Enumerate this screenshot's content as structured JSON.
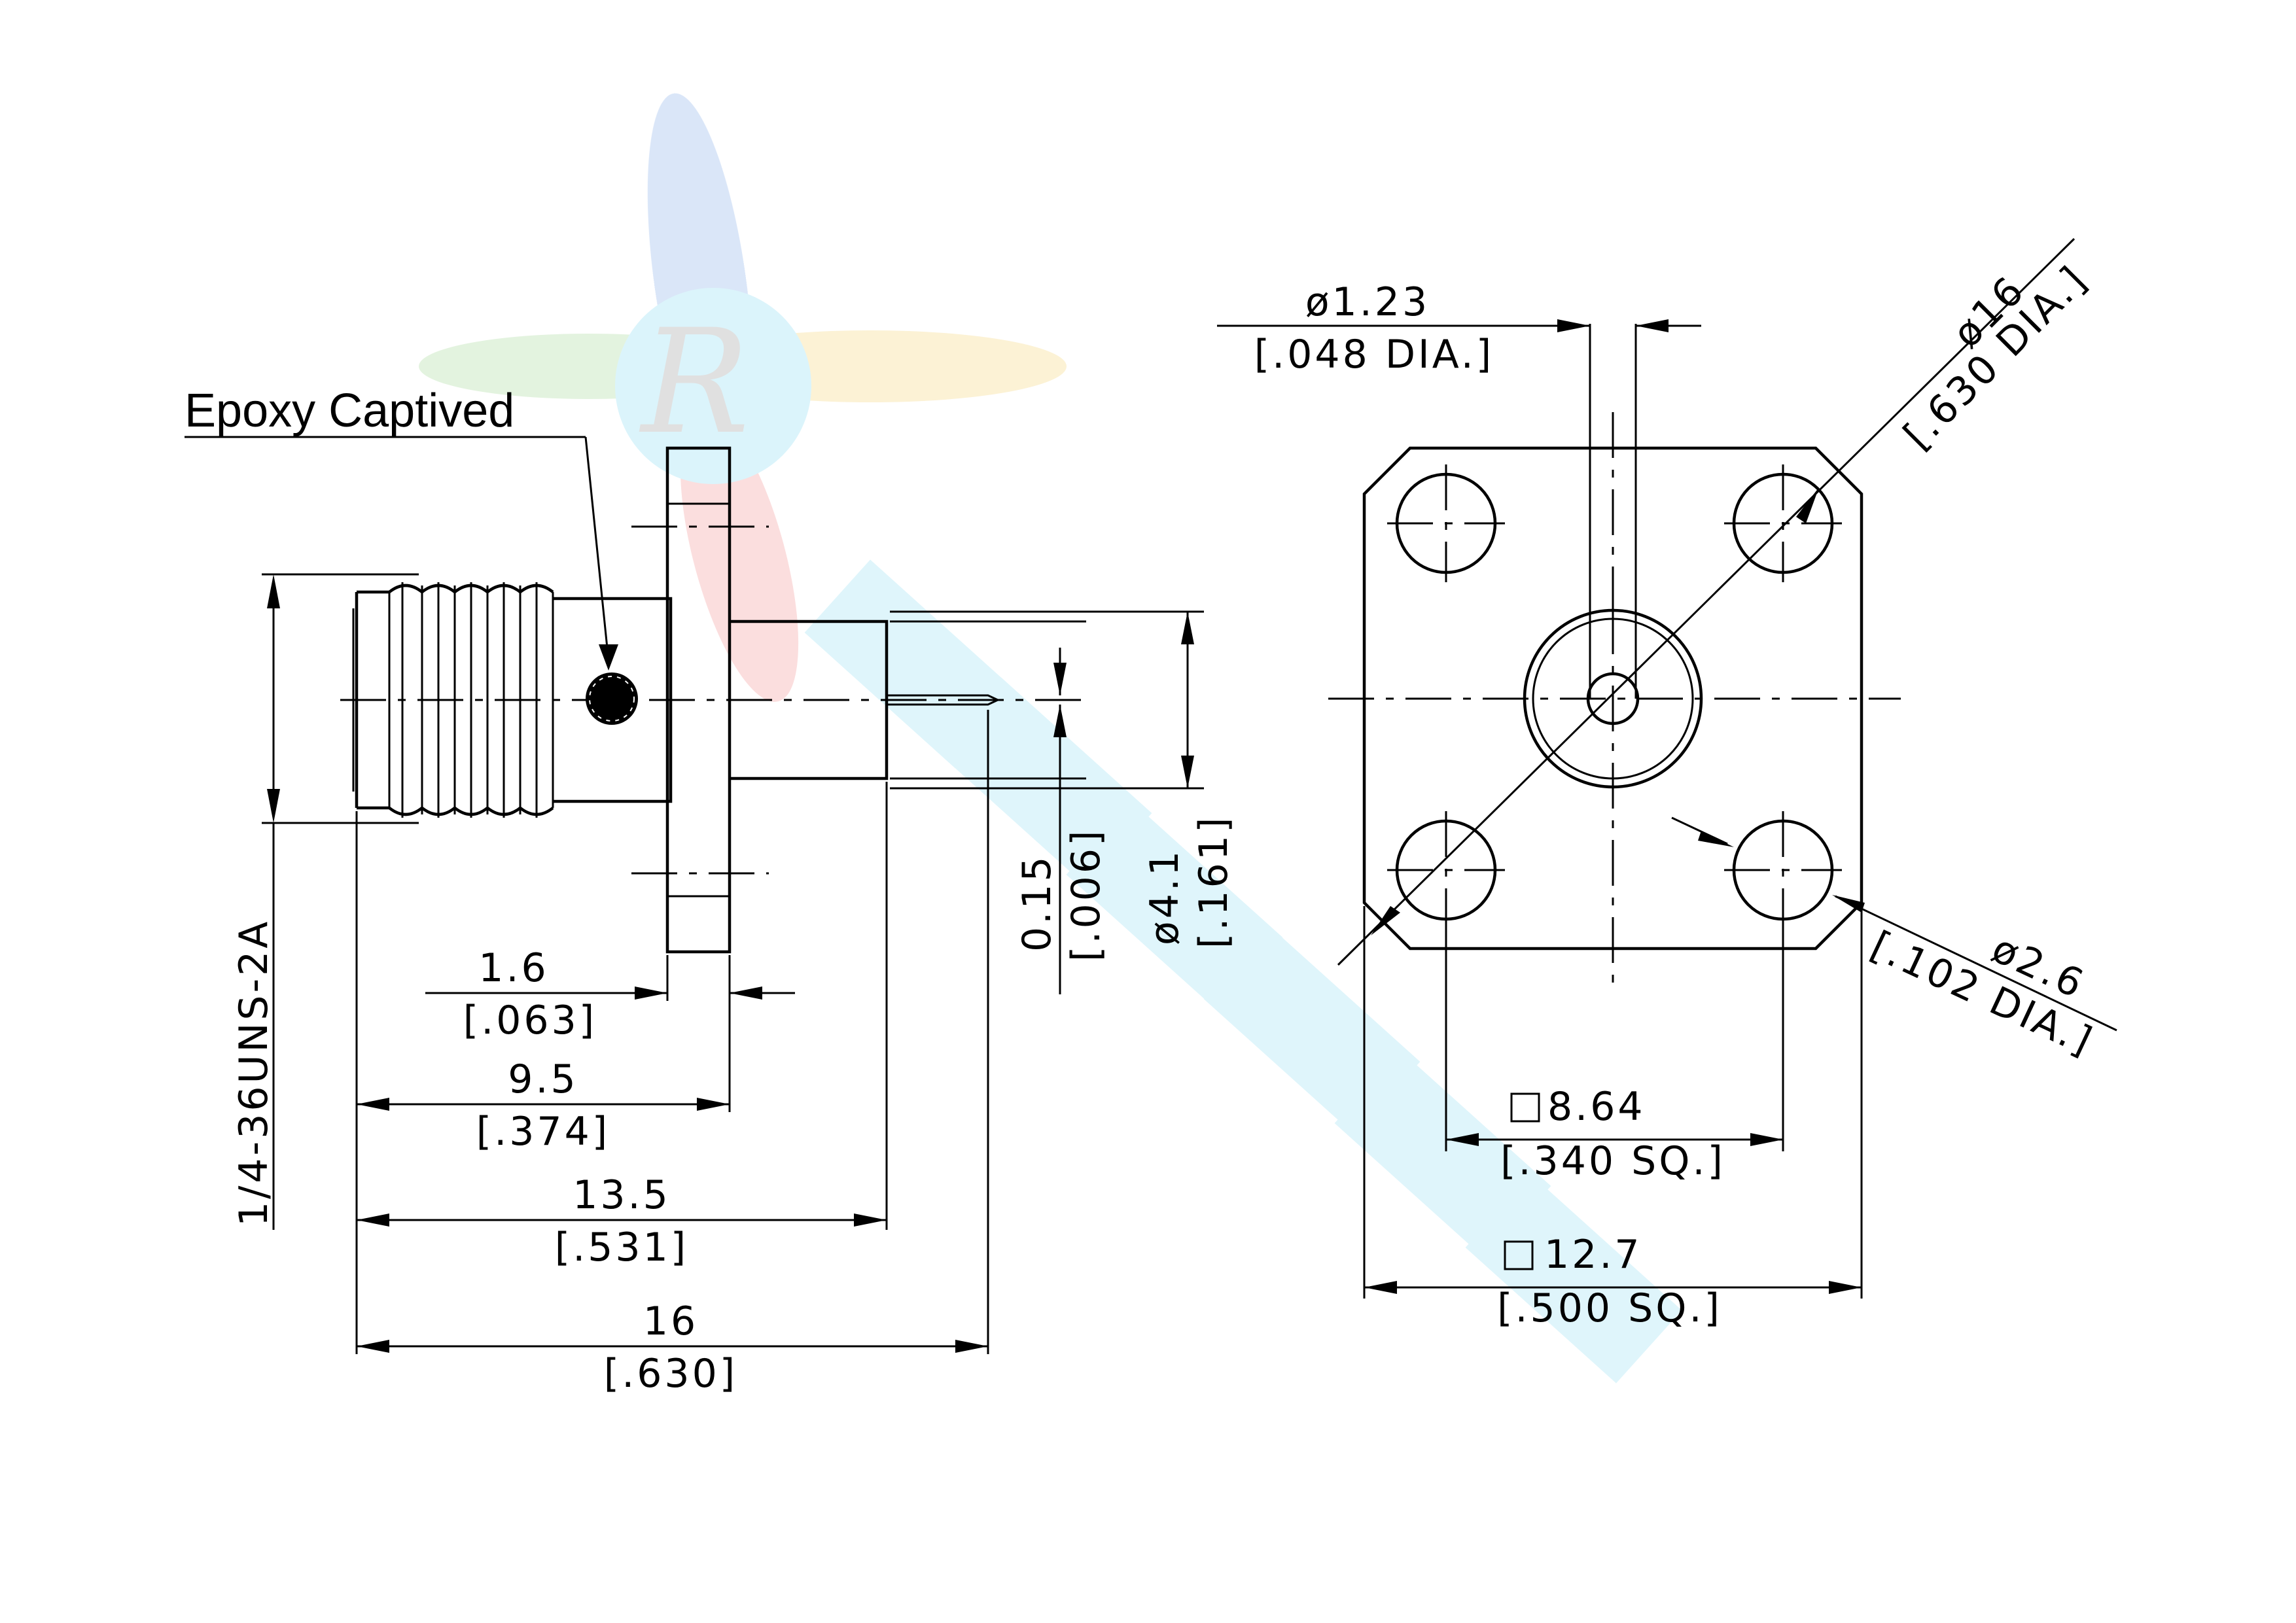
{
  "callout": {
    "epoxy": "Epoxy Captived"
  },
  "side_view": {
    "thread": "1/4-36UNS-2A",
    "flange_thk_mm": "1.6",
    "flange_thk_in": "[.063]",
    "to_flange_mm": "9.5",
    "to_flange_in": "[.374]",
    "body_len_mm": "13.5",
    "body_len_in": "[.531]",
    "overall_mm": "16",
    "overall_in": "[.630]",
    "pin_ext_mm": "0.15",
    "pin_ext_in": "[.006]",
    "body_dia_mm": "ø4.1",
    "body_dia_in": "[.161]"
  },
  "front_view": {
    "pin_dia_mm": "ø1.23",
    "pin_dia_in": "[.048 DIA.]",
    "bolt_circle_mm": "ø16",
    "bolt_circle_in": "[.630 DIA.]",
    "hole_dia_mm": "ø2.6",
    "hole_dia_in": "[.102 DIA.]",
    "hole_spacing_mm": "8.64",
    "hole_spacing_in": "[.340 SQ.]",
    "flange_size_mm": "12.7",
    "flange_size_in": "[.500 SQ.]"
  },
  "watermark": {
    "colors": [
      "#7aa6e6",
      "#f4d06a",
      "#9cd58e",
      "#f08a8a",
      "#7fd6ef"
    ]
  }
}
